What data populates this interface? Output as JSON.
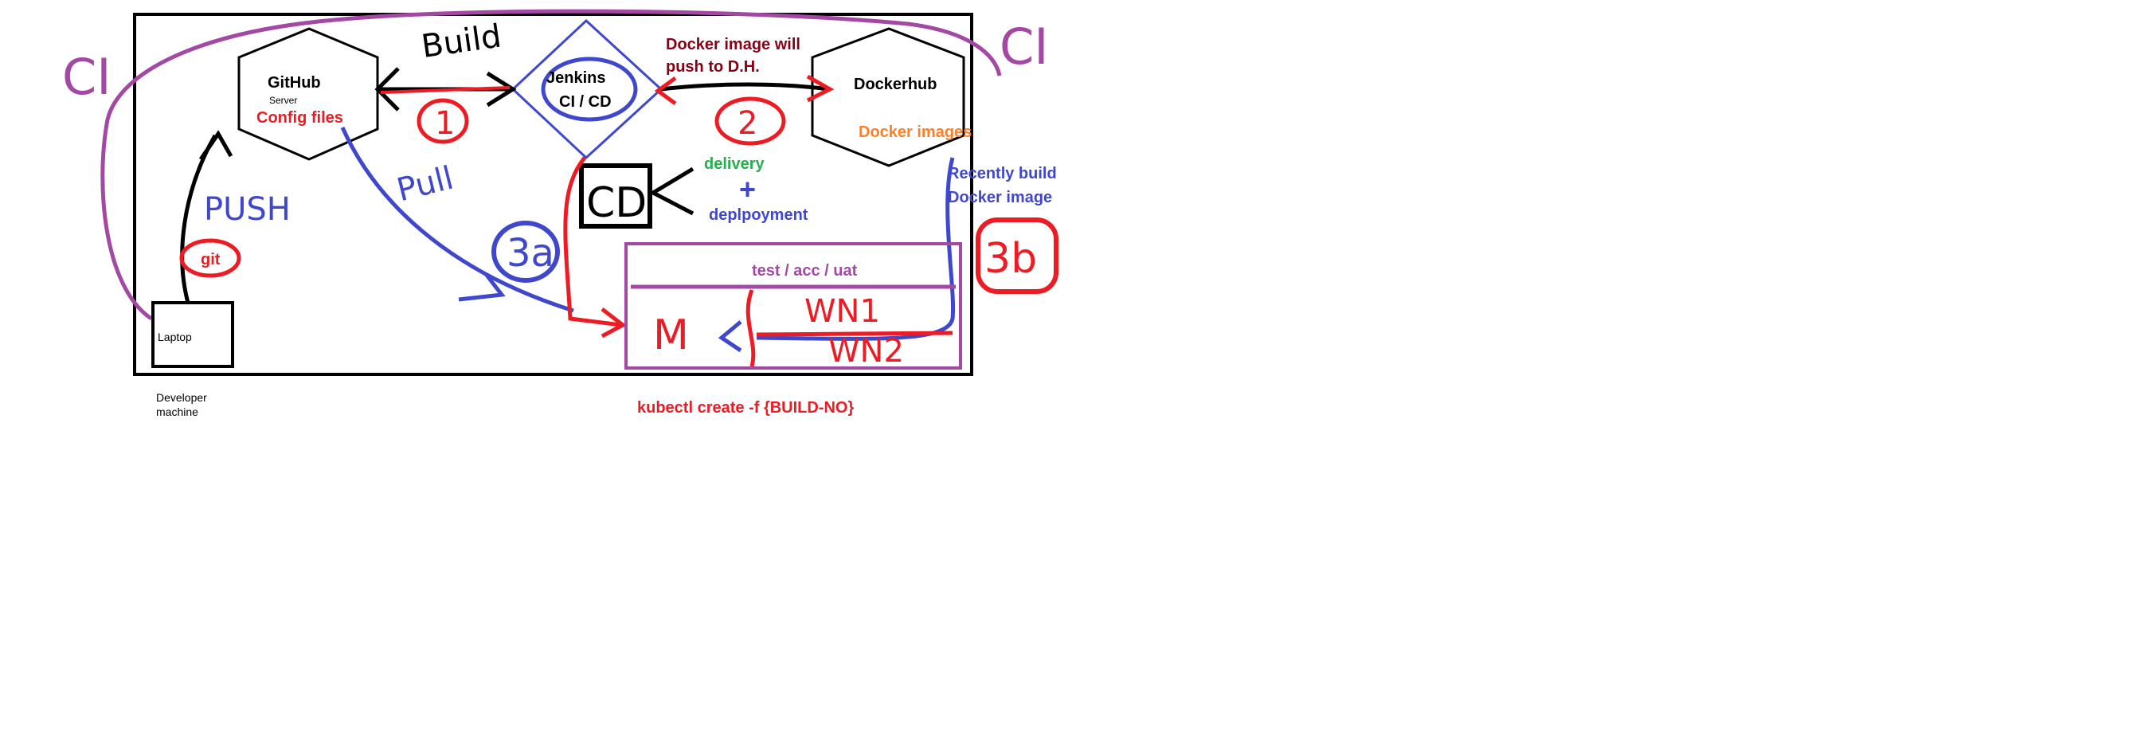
{
  "colors": {
    "black": "#000000",
    "red": "#ed1c24",
    "dark_red": "#880015",
    "blue": "#3f48cc",
    "purple": "#a349a4",
    "green": "#22b14c",
    "orange": "#ff7f27"
  },
  "labels": {
    "github": "GitHub",
    "github_sub": "Server",
    "config_files": "Config files",
    "jenkins": "Jenkins",
    "jenkins_ci": "CI / CD",
    "dockerhub": "Dockerhub",
    "docker_images": "Docker images",
    "docker_push_line1": "Docker image will",
    "docker_push_line2": "push to D.H.",
    "delivery": "delivery",
    "plus": "+",
    "deployment": "deplpoyment",
    "recent_line1": "Recently build",
    "recent_line2": "Docker image",
    "env": "test / acc / uat",
    "laptop": "Laptop",
    "dev_line1": "Developer",
    "dev_line2": "machine",
    "kubectl": "kubectl create -f  {BUILD-NO}"
  },
  "handwritten": {
    "ci_left": "CI",
    "ci_right": "CI",
    "build": "Build",
    "step1": "1",
    "step2": "2",
    "push": "PUSH",
    "git": "git",
    "pull": "Pull",
    "step3a": "3a",
    "step3b": "3b",
    "cd": "CD",
    "master": "M",
    "wn1": "WN1",
    "wn2": "WN2"
  }
}
